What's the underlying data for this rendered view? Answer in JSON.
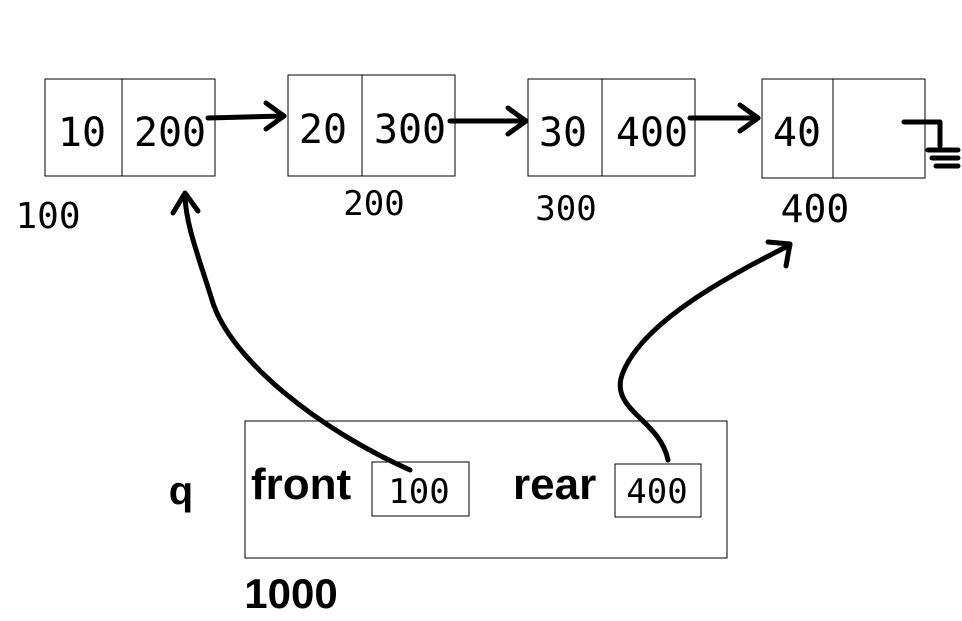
{
  "nodes": [
    {
      "data": "10",
      "next": "200",
      "address": "100"
    },
    {
      "data": "20",
      "next": "300",
      "address": "200"
    },
    {
      "data": "30",
      "next": "400",
      "address": "300"
    },
    {
      "data": "40",
      "next": "",
      "address": "400"
    }
  ],
  "queue": {
    "name": "q",
    "front_label": "front",
    "front_value": "100",
    "rear_label": "rear",
    "rear_value": "400",
    "address": "1000"
  }
}
